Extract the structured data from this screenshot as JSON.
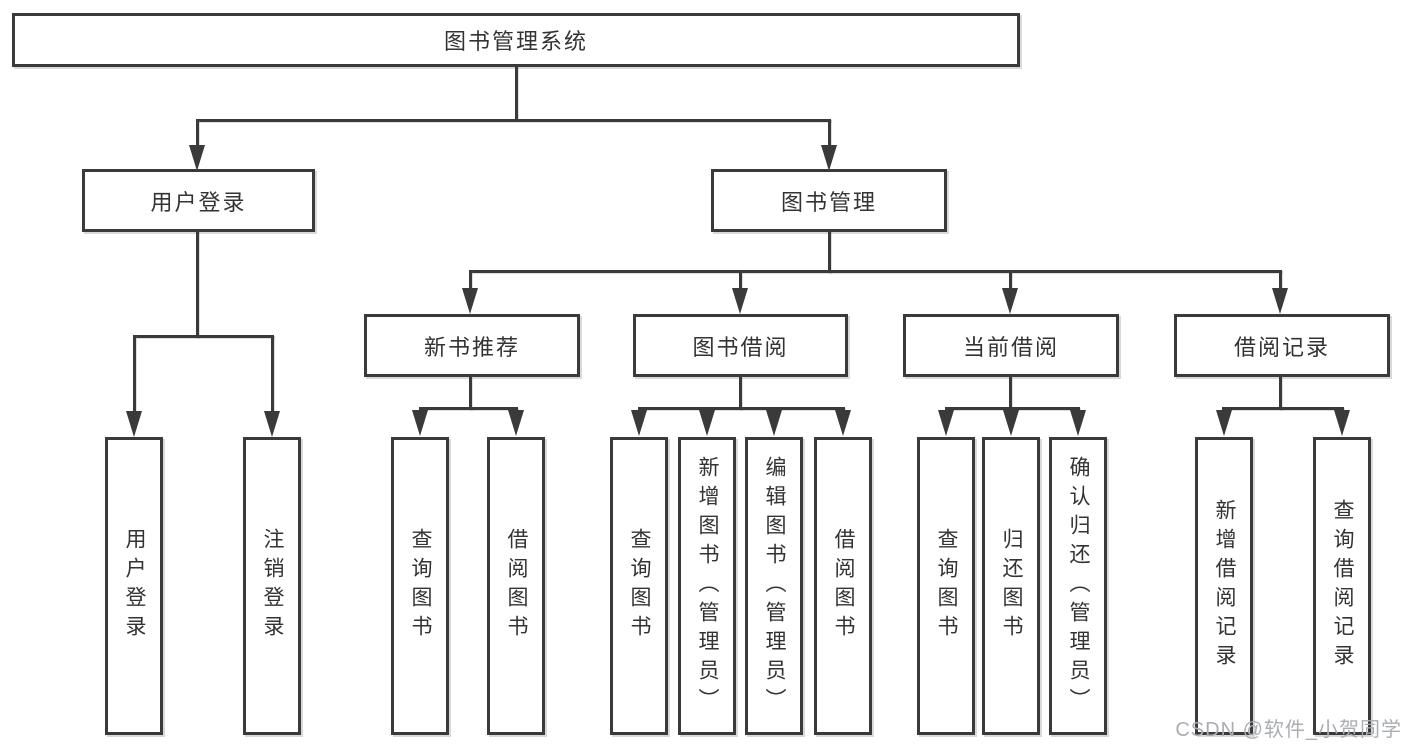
{
  "tree": {
    "root": {
      "label": "图书管理系统"
    },
    "children": [
      {
        "key": "user-login",
        "label": "用户登录",
        "leaves": [
          "用户登录",
          "注销登录"
        ]
      },
      {
        "key": "book-management",
        "label": "图书管理",
        "children": [
          {
            "key": "new-book-recommend",
            "label": "新书推荐",
            "leaves": [
              "查询图书",
              "借阅图书"
            ]
          },
          {
            "key": "book-borrow",
            "label": "图书借阅",
            "leaves": [
              "查询图书",
              "新增图书（管理员）",
              "编辑图书（管理员）",
              "借阅图书"
            ]
          },
          {
            "key": "current-borrow",
            "label": "当前借阅",
            "leaves": [
              "查询图书",
              "归还图书",
              "确认归还（管理员）"
            ]
          },
          {
            "key": "borrow-records",
            "label": "借阅记录",
            "leaves": [
              "新增借阅记录",
              "查询借阅记录"
            ]
          }
        ]
      }
    ]
  },
  "watermark": {
    "text": "CSDN @软件_小贺同学"
  },
  "colors": {
    "line": "#3a3a3a",
    "text": "#333333",
    "box_background": "#ffffff",
    "page_background": "#ffffff",
    "watermark": "#aaadb2"
  }
}
